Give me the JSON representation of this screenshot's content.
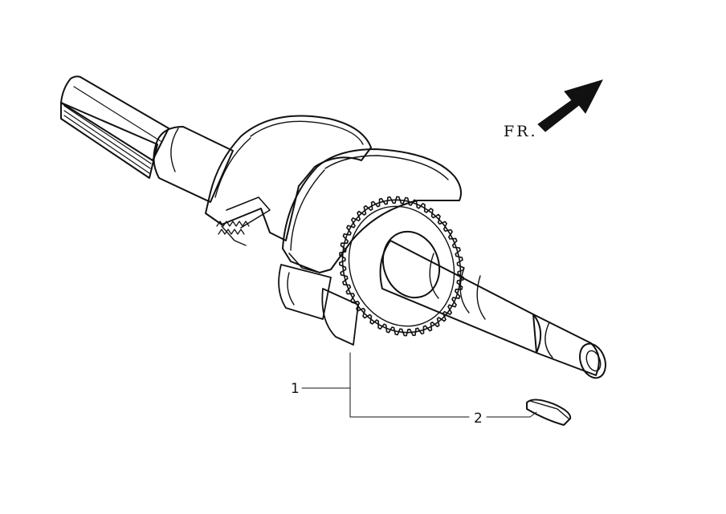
{
  "direction_label": "FR.",
  "callouts": [
    {
      "number": "1"
    },
    {
      "number": "2"
    }
  ],
  "colors": {
    "ink": "#111111",
    "paper": "#ffffff"
  }
}
